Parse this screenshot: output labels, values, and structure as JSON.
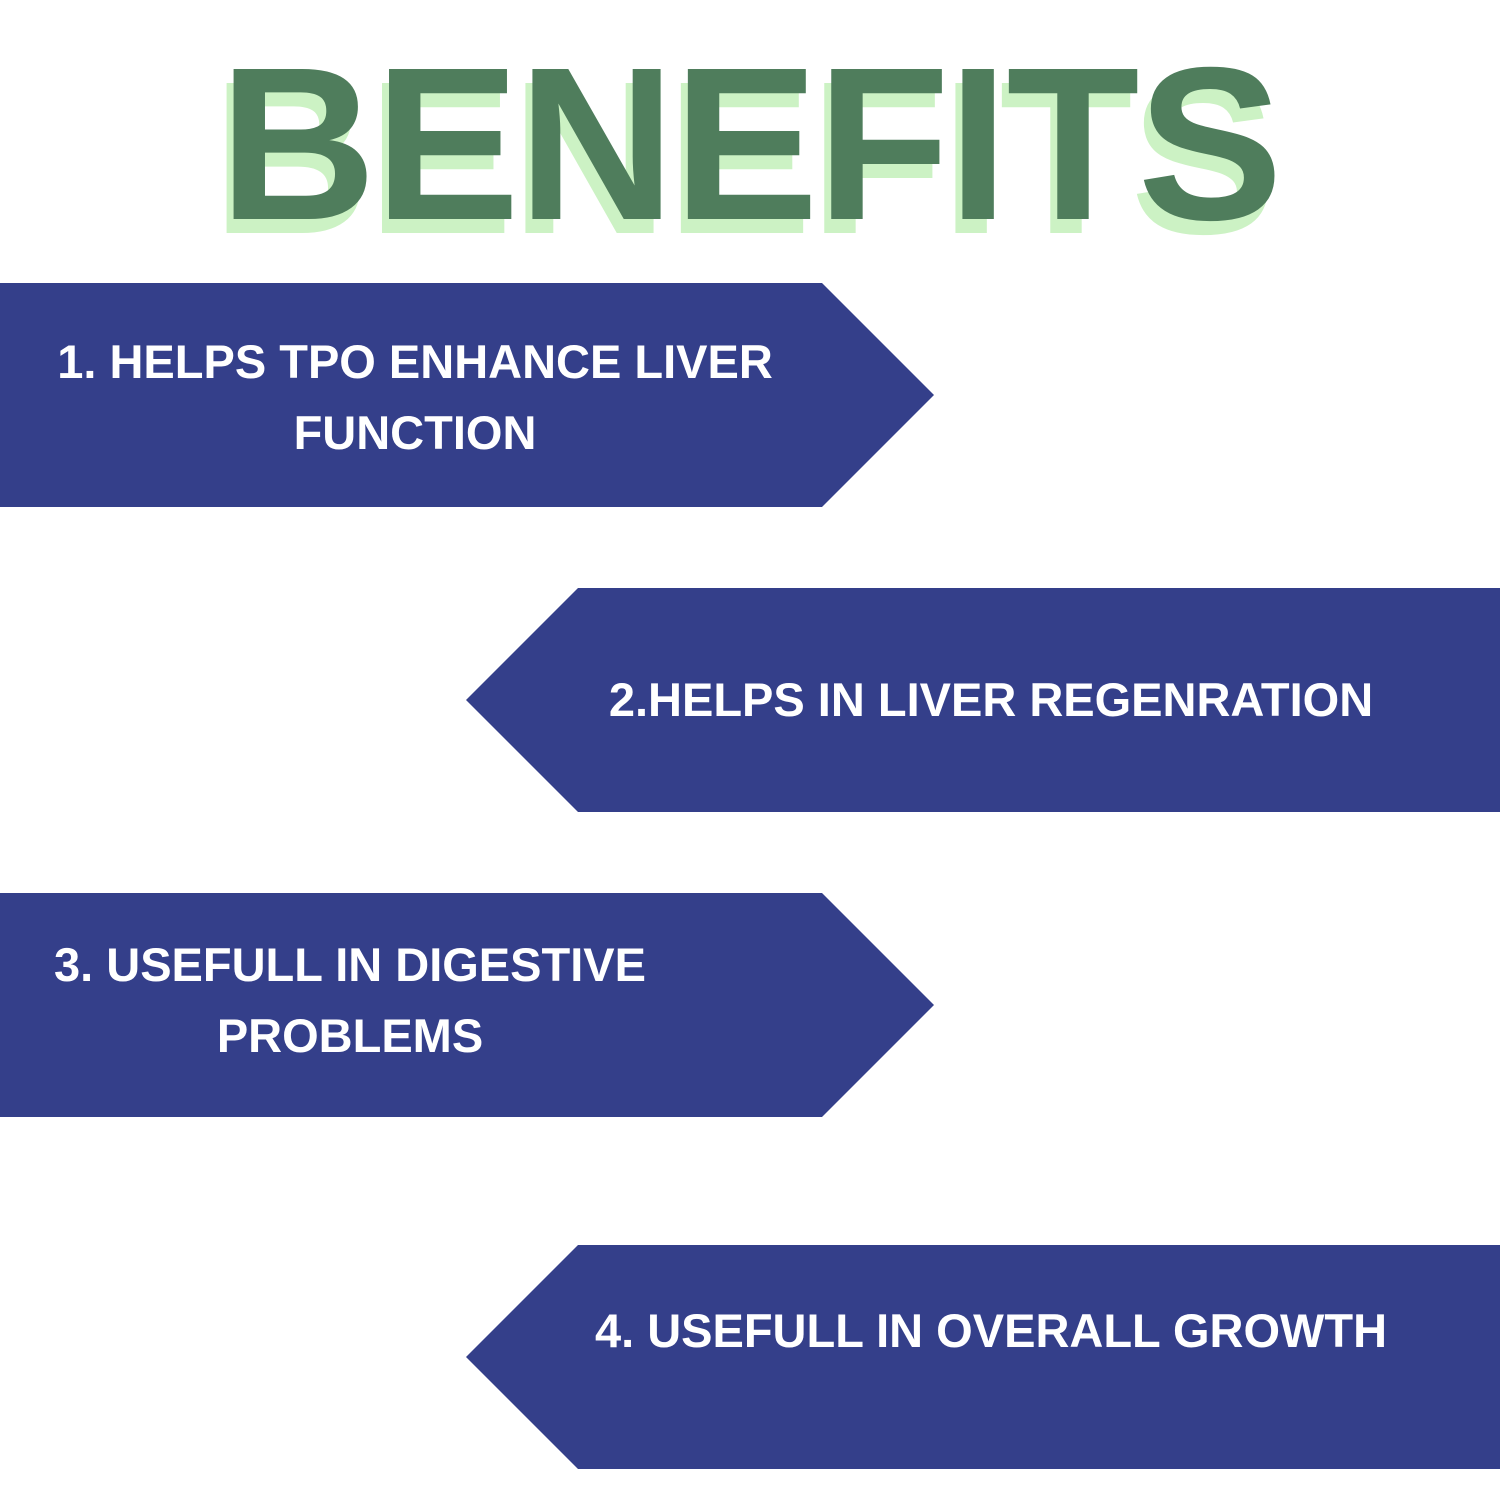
{
  "title": "BENEFITS",
  "colors": {
    "title": "#4f7d5c",
    "title_shadow": "#ccf2c4",
    "banner": "#343f8a"
  },
  "benefits": [
    {
      "line1": "1. HELPS TPO ENHANCE LIVER",
      "line2": "FUNCTION"
    },
    {
      "line1": "2.HELPS IN LIVER REGENRATION"
    },
    {
      "line1": "3. USEFULL IN DIGESTIVE",
      "line2": "PROBLEMS"
    },
    {
      "line1": "4. USEFULL IN OVERALL GROWTH"
    }
  ]
}
